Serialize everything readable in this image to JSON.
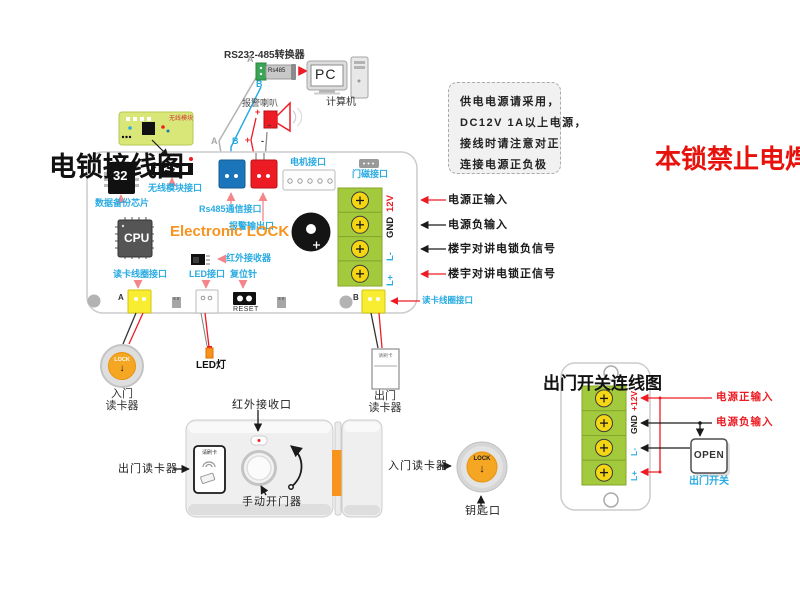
{
  "colors": {
    "label_blue": "#29abe2",
    "accent_orange": "#f7931e",
    "wire_red": "#ed1c24",
    "terminal_green": "#a3c93c",
    "screw_yellow": "#f5d612",
    "warning_red": "#e8120c"
  },
  "titles": {
    "left": "电锁接线图",
    "right": "本锁禁止电焊"
  },
  "top": {
    "converter_label": "RS232-485转换器",
    "converter_chip": "Rs485",
    "pc": "PC",
    "computer": "计算机",
    "speaker": "报警喇叭",
    "a": "A",
    "b": "B",
    "plus": "+",
    "minus": "-"
  },
  "warning": {
    "line1": "供电电源请采用，",
    "line2": "DC12V 1A以上电源，",
    "line3": "接线时请注意对正",
    "line4": "连接电源正负极"
  },
  "board": {
    "name": "Electronic LOCK",
    "chip32": "32",
    "backup_chip": "数据备份芯片",
    "wireless_module": "无线模块",
    "wireless_if": "无线模块接口",
    "rs485_if": "Rs485通信接口",
    "alarm_out": "报警输出口",
    "motor_if": "电机接口",
    "door_magnet_if": "门磁接口",
    "cpu": "CPU",
    "ir_receiver": "红外接收器",
    "coil_if_a": "读卡线圈接口",
    "led_if": "LED接口",
    "reset_pin": "复位针",
    "reset": "RESET",
    "a": "A",
    "b": "B",
    "coil_if_b": "读卡线圈接口",
    "t_12v": "12V",
    "t_gnd": "GND",
    "t_lminus": "L-",
    "t_lplus": "L+"
  },
  "wiring": {
    "power_pos": "电源正输入",
    "power_neg": "电源负输入",
    "intercom_neg": "楼宇对讲电锁负信号",
    "intercom_pos": "楼宇对讲电锁正信号"
  },
  "devices": {
    "entry_reader_lock": "LOCK",
    "entry_reader_arrow": "↓",
    "entry_reader_line1": "入门",
    "entry_reader_line2": "读卡器",
    "led": "LED灯",
    "exit_reader_small": "请刷卡",
    "exit_reader_line1": "出门",
    "exit_reader_line2": "读卡器"
  },
  "lock": {
    "ir_port": "红外接收口",
    "exit_reader": "出门读卡器",
    "swipe": "请刷卡",
    "manual_opener": "手动开门器",
    "entry_reader": "入门读卡器",
    "key_lock": "LOCK",
    "key_arrow": "↓",
    "keyhole": "钥匙口"
  },
  "exit_switch": {
    "title": "出门开关连线图",
    "t_12v": "+12V",
    "t_gnd": "GND",
    "t_lminus": "L-",
    "t_lplus": "L+",
    "power_pos": "电源正输入",
    "power_neg": "电源负输入",
    "open": "OPEN",
    "label": "出门开关"
  }
}
